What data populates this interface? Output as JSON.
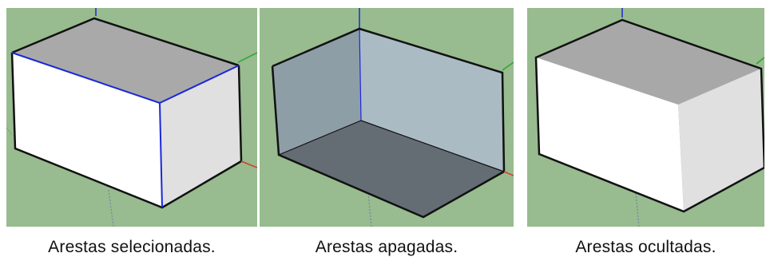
{
  "panels": [
    {
      "caption": "Arestas selecionadas."
    },
    {
      "caption": "Arestas apagadas."
    },
    {
      "caption": "Arestas ocultadas."
    }
  ],
  "colors": {
    "ground": "#98bb8f",
    "selected_edge": "#1a28d8",
    "edge": "#111111",
    "top_face": "#a9a9a9",
    "front_face": "#ffffff",
    "side_face": "#e0e0e0",
    "back_face_left": "#8e9ea7",
    "back_face_right": "#aabbc4",
    "floor_face": "#646d74",
    "axis_green": "#2fa32f",
    "axis_blue": "#1a28d8",
    "axis_red": "#d83a2a"
  }
}
